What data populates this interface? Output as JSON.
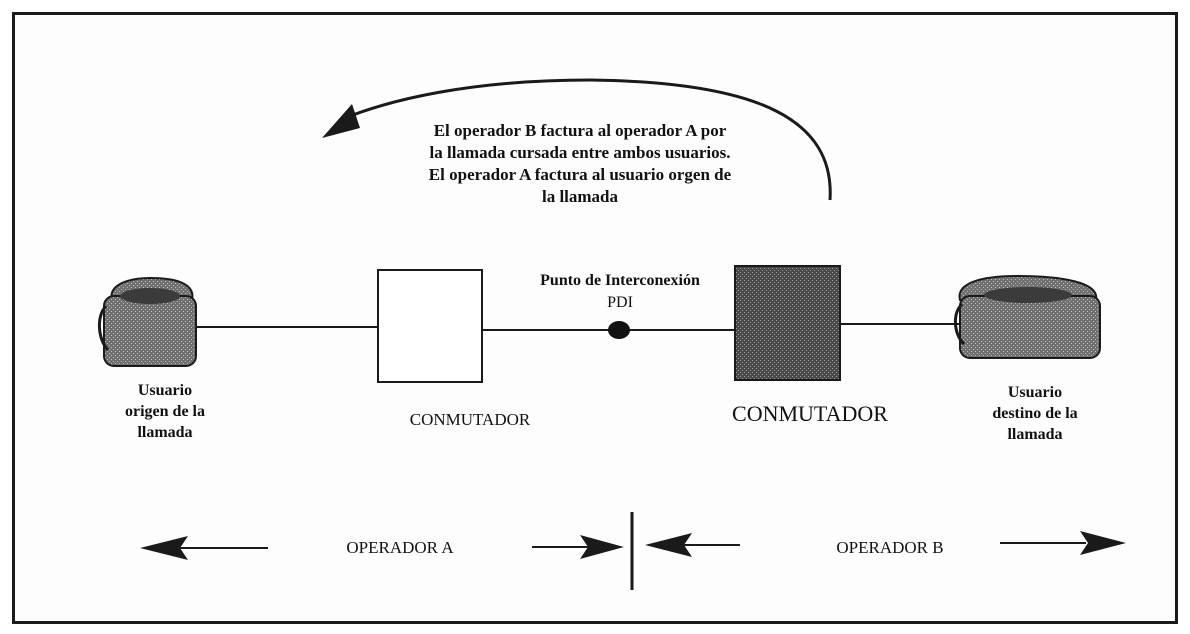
{
  "billing_note": {
    "lines": [
      "El operador B factura al operador A por",
      "la llamada cursada entre ambos usuarios.",
      "El operador A factura al usuario orgen de",
      "la llamada"
    ]
  },
  "interconnection": {
    "line1": "Punto de Interconexión",
    "line2": "PDI"
  },
  "caller": {
    "line1": "Usuario",
    "line2": "origen de la",
    "line3": "llamada"
  },
  "callee": {
    "line1": "Usuario",
    "line2": "destino de la",
    "line3": "llamada"
  },
  "switch_a": {
    "label": "CONMUTADOR"
  },
  "switch_b": {
    "label": "CONMUTADOR"
  },
  "operator_a": {
    "label": "OPERADOR A"
  },
  "operator_b": {
    "label": "OPERADOR B"
  },
  "icons": {
    "caller_phone": "telephone-icon",
    "callee_phone": "telephone-icon",
    "pdi_point": "interconnection-dot-icon"
  },
  "colors": {
    "line": "#1a1a1a",
    "switch_a_fill": "#ffffff",
    "switch_b_fill": "#5a5a5a",
    "phone_fill": "#6f6f6f"
  }
}
